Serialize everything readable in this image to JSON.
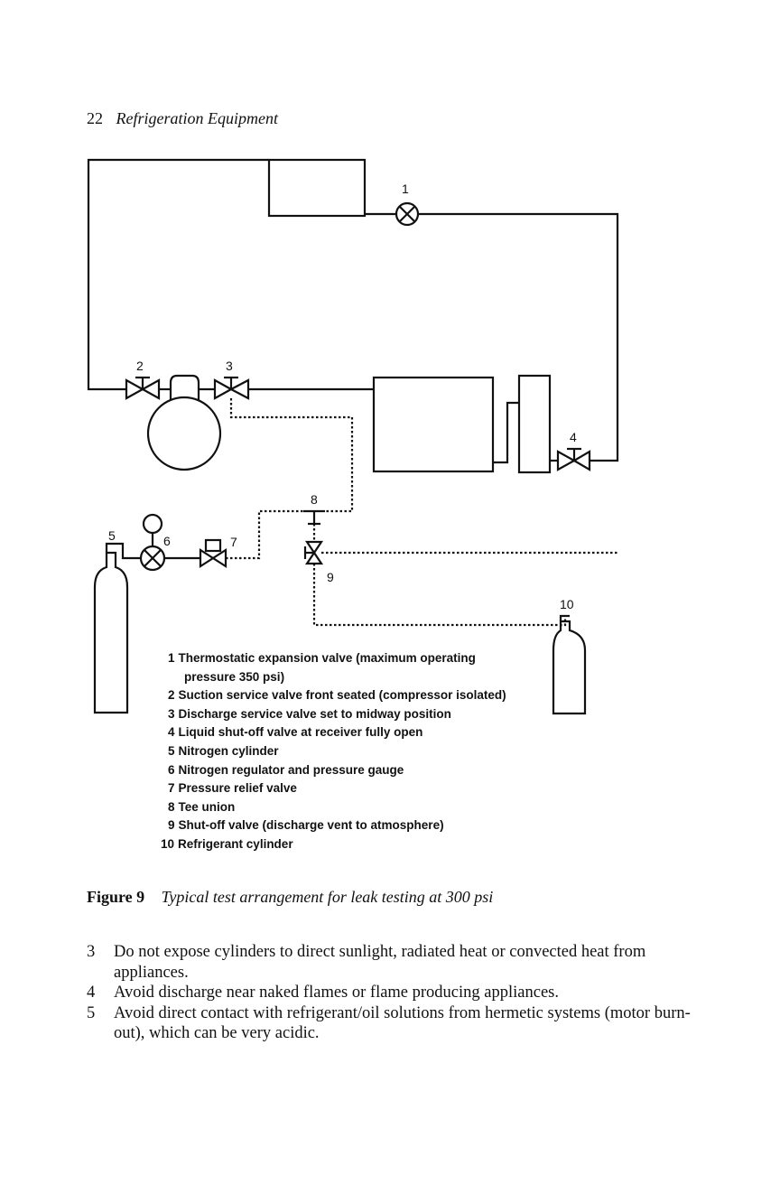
{
  "header": {
    "page_number": "22",
    "running_title": "Refrigeration Equipment"
  },
  "diagram": {
    "labels": {
      "l1": "1",
      "l2": "2",
      "l3": "3",
      "l4": "4",
      "l5": "5",
      "l6": "6",
      "l7": "7",
      "l8": "8",
      "l9": "9",
      "l10": "10"
    },
    "legend": [
      {
        "num": "1",
        "text": "Thermostatic expansion valve (maximum operating",
        "cont": "pressure 350 psi)"
      },
      {
        "num": "2",
        "text": "Suction service valve front seated (compressor isolated)"
      },
      {
        "num": "3",
        "text": "Discharge service valve set to midway position"
      },
      {
        "num": "4",
        "text": "Liquid shut-off valve at receiver fully open"
      },
      {
        "num": "5",
        "text": "Nitrogen cylinder"
      },
      {
        "num": "6",
        "text": "Nitrogen regulator and pressure gauge"
      },
      {
        "num": "7",
        "text": "Pressure relief valve"
      },
      {
        "num": "8",
        "text": "Tee union"
      },
      {
        "num": "9",
        "text": "Shut-off valve (discharge vent to atmosphere)"
      },
      {
        "num": "10",
        "text": "Refrigerant cylinder"
      }
    ]
  },
  "caption": {
    "figure_label": "Figure 9",
    "text": "Typical test arrangement for leak testing at 300 psi"
  },
  "body": [
    {
      "num": "3",
      "text": "Do not expose cylinders to direct sunlight, radiated heat or convected heat from appliances."
    },
    {
      "num": "4",
      "text": "Avoid discharge near naked flames or flame producing appliances."
    },
    {
      "num": "5",
      "text": "Avoid direct contact with refrigerant/oil solutions from hermetic systems (motor burn-out), which can be very acidic."
    }
  ]
}
